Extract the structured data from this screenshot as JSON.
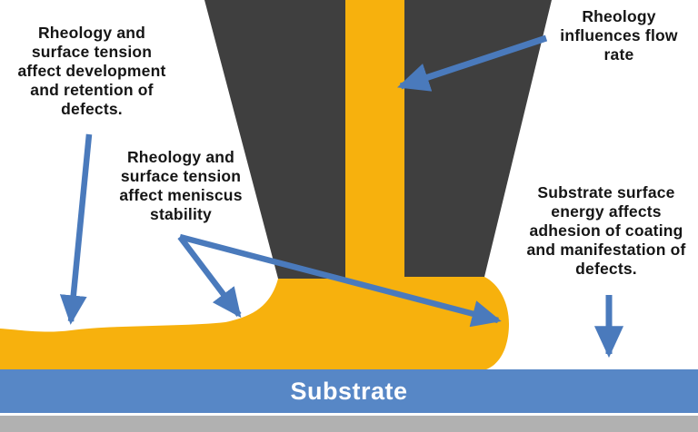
{
  "diagram": {
    "title_hint": "slot-die coating process diagram",
    "annotations": [
      {
        "id": "development-defects",
        "lines": [
          "Rheology and",
          "surface tension",
          "affect development",
          "and retention of",
          "defects."
        ]
      },
      {
        "id": "meniscus-stability",
        "lines": [
          "Rheology and",
          "surface tension",
          "affect meniscus",
          "stability"
        ]
      },
      {
        "id": "flow-rate",
        "lines": [
          "Rheology",
          "influences flow",
          "rate"
        ]
      },
      {
        "id": "substrate-energy",
        "lines": [
          "Substrate surface",
          "energy affects",
          "adhesion of coating",
          "and manifestation of",
          "defects."
        ]
      }
    ],
    "substrate": {
      "label": "Substrate"
    },
    "colors": {
      "fluid": "#F7B10D",
      "die": "#3F3F3F",
      "arrow": "#4A7ABC",
      "substrate_bar": "#5787C6",
      "base_bar": "#B1B1B1",
      "annotation_text": "#151515",
      "substrate_text": "#FFFFFF",
      "background": "#FFFFFF"
    }
  }
}
